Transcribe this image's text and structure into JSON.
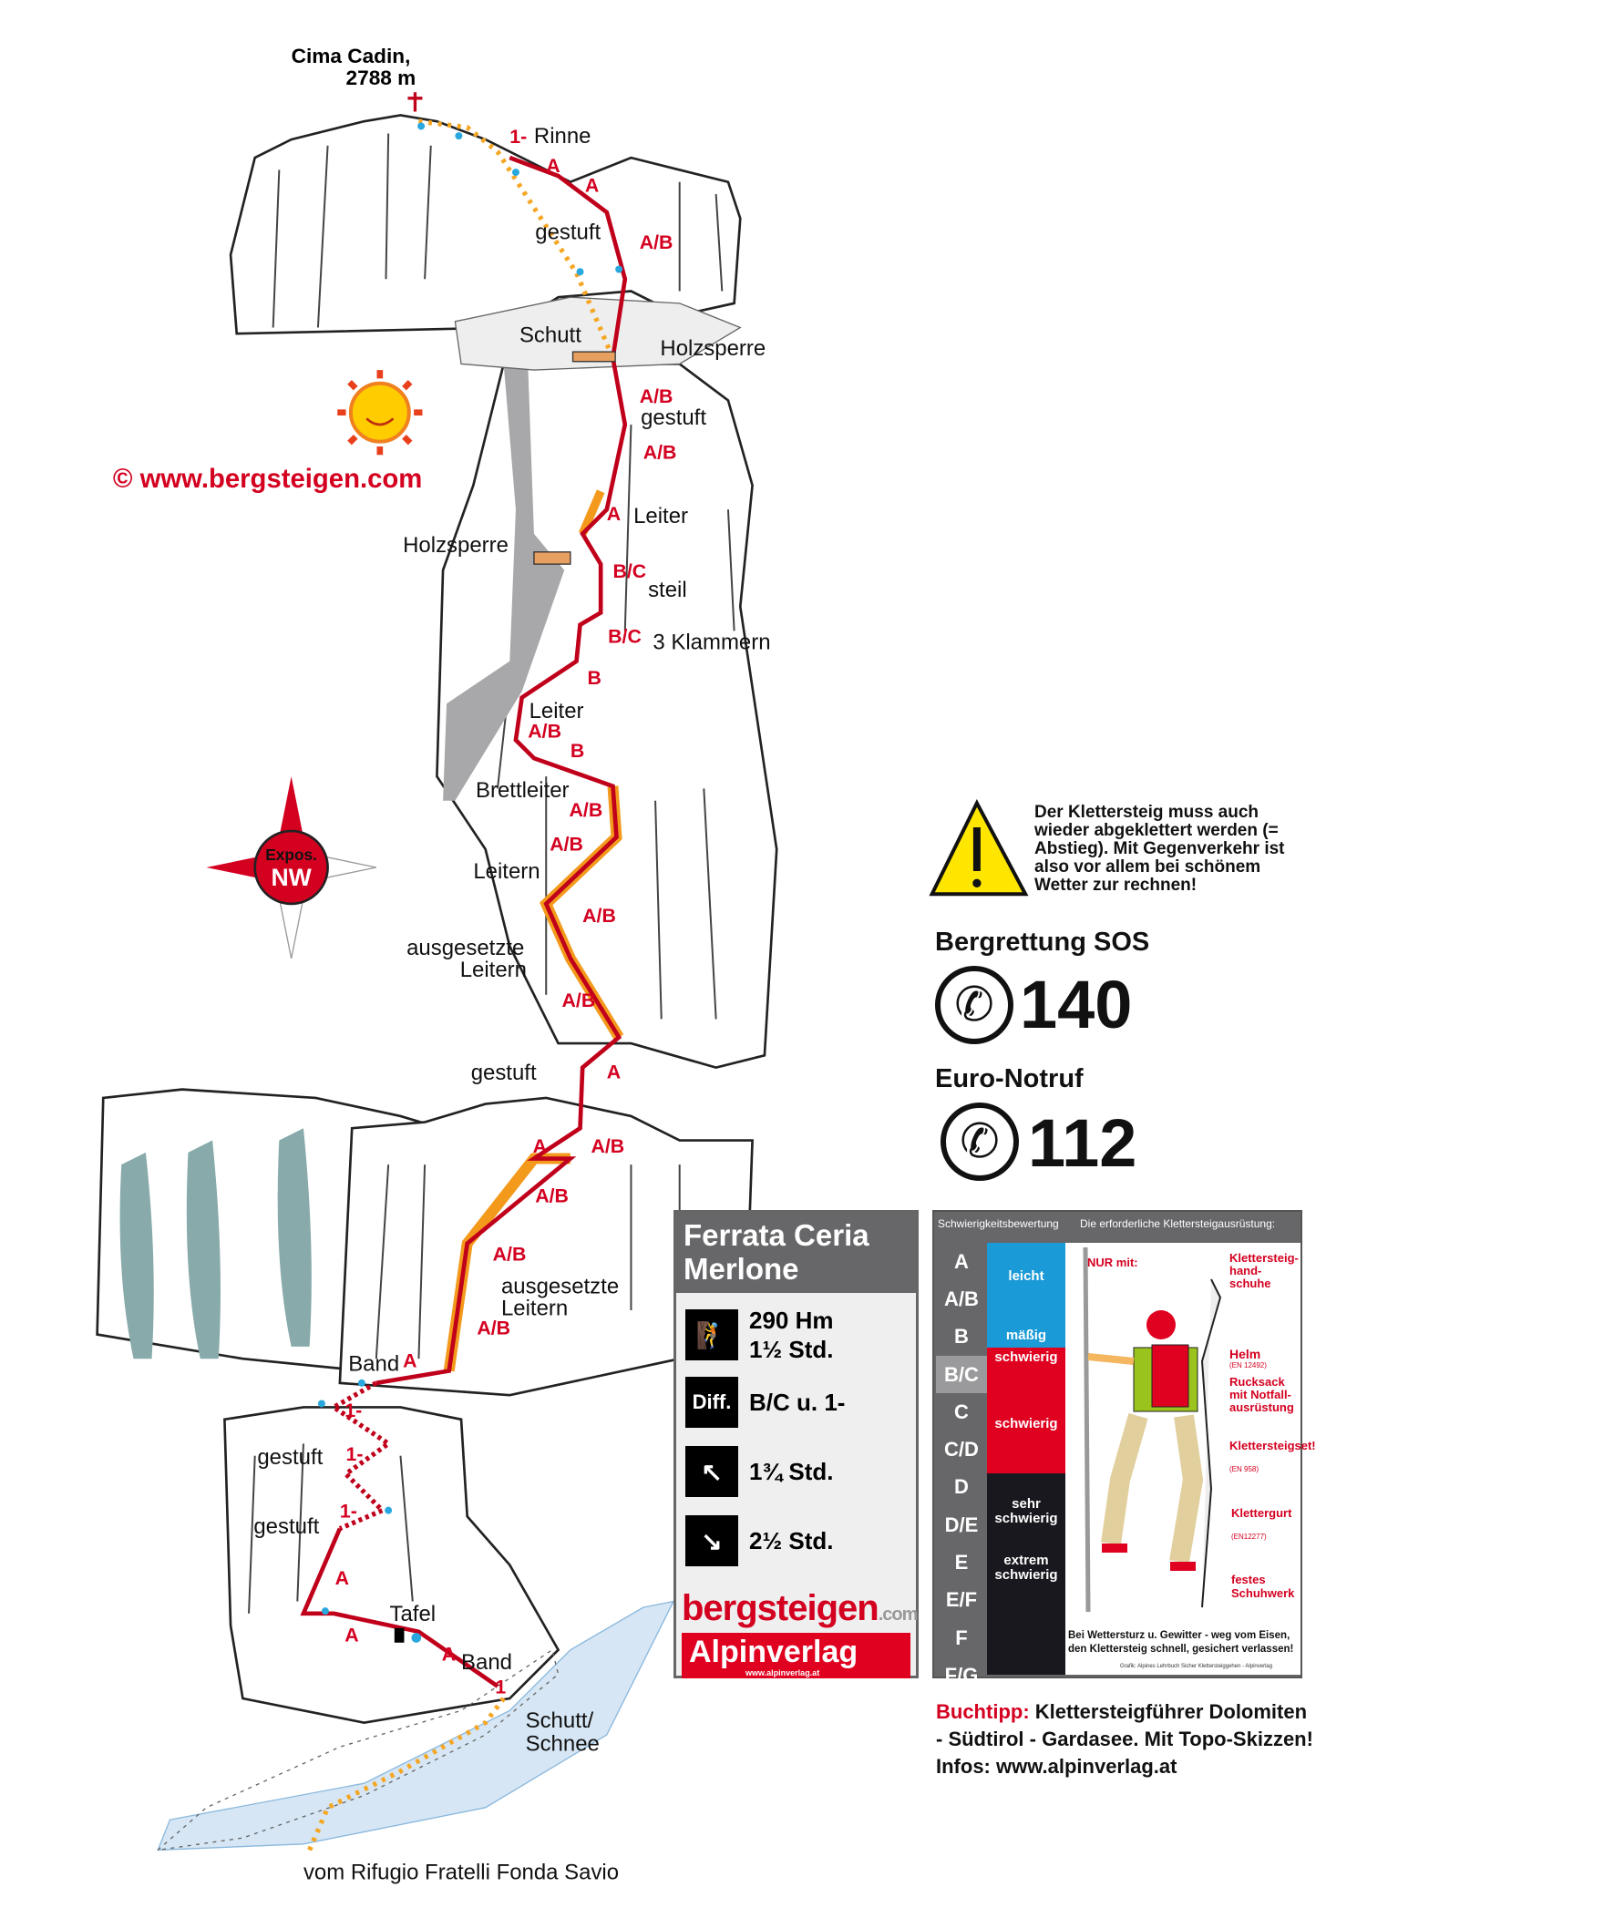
{
  "summit": {
    "name": "Cima Cadin,",
    "elevation": "2788 m"
  },
  "copyright": "©  www.bergsteigen.com",
  "compass": {
    "label1": "Expos.",
    "label2": "NW"
  },
  "route_labels": {
    "rinne_grade": "1-",
    "rinne": "Rinne",
    "a1": "A",
    "a2": "A",
    "gestuft1": "gestuft",
    "ab1": "A/B",
    "schutt": "Schutt",
    "holzsperre1": "Holzsperre",
    "ab2": "A/B",
    "gestuft2": "gestuft",
    "ab3": "A/B",
    "a3": "A",
    "leiter1": "Leiter",
    "holzsperre2": "Holzsperre",
    "bc1": "B/C",
    "steil": "steil",
    "bc2": "B/C",
    "klammern": "3 Klammern",
    "b1": "B",
    "leiter2": "Leiter",
    "ab4": "A/B",
    "b2": "B",
    "brettleiter": "Brettleiter",
    "ab5": "A/B",
    "ab6": "A/B",
    "leitern": "Leitern",
    "ab7": "A/B",
    "ausgesetzte1": "ausgesetzte",
    "leitern1": "Leitern",
    "ab8": "A/B",
    "gestuft3": "gestuft",
    "a4": "A",
    "a5": "A",
    "ab9": "A/B",
    "ab10": "A/B",
    "ab11": "A/B",
    "ausgesetzte2": "ausgesetzte",
    "leitern2": "Leitern",
    "ab12": "A/B",
    "band1": "Band",
    "a6": "A",
    "g1": "1-",
    "gestuft4": "gestuft",
    "g2": "1-",
    "gestuft5": "gestuft",
    "g3": "1-",
    "a7": "A",
    "tafel": "Tafel",
    "a8": "A",
    "a9": "A",
    "band2": "Band",
    "g4": "1",
    "schutt2": "Schutt/",
    "schnee": "Schnee",
    "approach": "vom Rifugio Fratelli Fonda Savio"
  },
  "warning": "Der Klettersteig muss auch wieder abgeklettert werden (= Abstieg). Mit Gegenverkehr ist also vor allem bei schönem Wetter zur rechnen!",
  "emergency": {
    "sos_label": "Bergrettung SOS",
    "sos_number": "140",
    "euro_label": "Euro-Notruf",
    "euro_number": "112"
  },
  "info": {
    "title": "Ferrata Ceria Merlone",
    "ascent": "290 Hm",
    "ascent_time": "1½ Std.",
    "diff_icon": "Diff.",
    "difficulty": "B/C u. 1-",
    "approach_time": "1¾ Std.",
    "descent_time": "2½ Std.",
    "logo1": "bergsteigen",
    "logo1_suffix": ".com",
    "logo2": "Alpinverlag",
    "logo2_url": "www.alpinverlag.at"
  },
  "difficulty_chart": {
    "header_left": "Schwierigkeitsbewertung",
    "header_right": "Die erforderliche Klettersteigausrüstung:",
    "grades": [
      "A",
      "A/B",
      "B",
      "B/C",
      "C",
      "C/D",
      "D",
      "D/E",
      "E",
      "E/F",
      "F",
      "F/G"
    ],
    "highlight": "B/C",
    "bands": {
      "leicht": "leicht",
      "maessig": "mäßig",
      "schwierig1": "schwierig",
      "schwierig2": "schwierig",
      "sehr": "sehr schwierig",
      "extrem": "extrem schwierig"
    },
    "colors": {
      "blue": "#1a9ad6",
      "red": "#e0001f",
      "black": "#19181e"
    },
    "gear": {
      "nur": "NUR mit:",
      "gloves": "Klettersteig-hand-schuhe",
      "helm": "Helm",
      "helm_norm": "(EN 12492)",
      "rucksack": "Rucksack mit Notfall-ausrüstung",
      "set": "Klettersteigset!",
      "set_norm": "(EN 958)",
      "gurt": "Klettergurt",
      "gurt_norm": "(EN12277)",
      "shoes": "festes Schuhwerk",
      "weather": "Bei Wettersturz u. Gewitter - weg vom Eisen, den Klettersteig schnell, gesichert verlassen!",
      "credit": "Grafik: Alpines Lehrbuch Sicher Klettersteiggehen - Alpinverlag"
    }
  },
  "buchtipp": {
    "label": "Buchtipp:",
    "text": "Klettersteigführer Dolomiten - Südtirol - Gardasee. Mit Topo-Skizzen!",
    "infos": "Infos: www.alpinverlag.at"
  }
}
